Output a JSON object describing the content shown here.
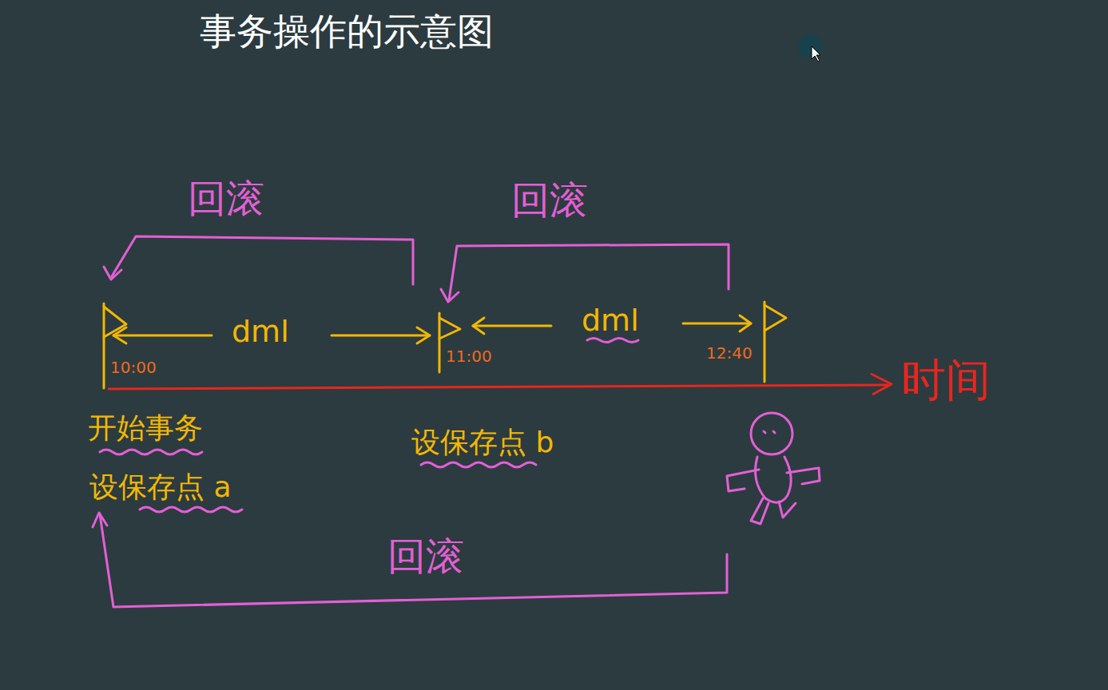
{
  "diagram": {
    "title": "事务操作的示意图",
    "labels": [
      "回滚",
      "回滚",
      "dml",
      "dml",
      "10:00",
      "11:00",
      "12:40",
      "时间",
      "开始事务",
      "设保存点 b",
      "设保存点 a",
      "回滚"
    ]
  }
}
